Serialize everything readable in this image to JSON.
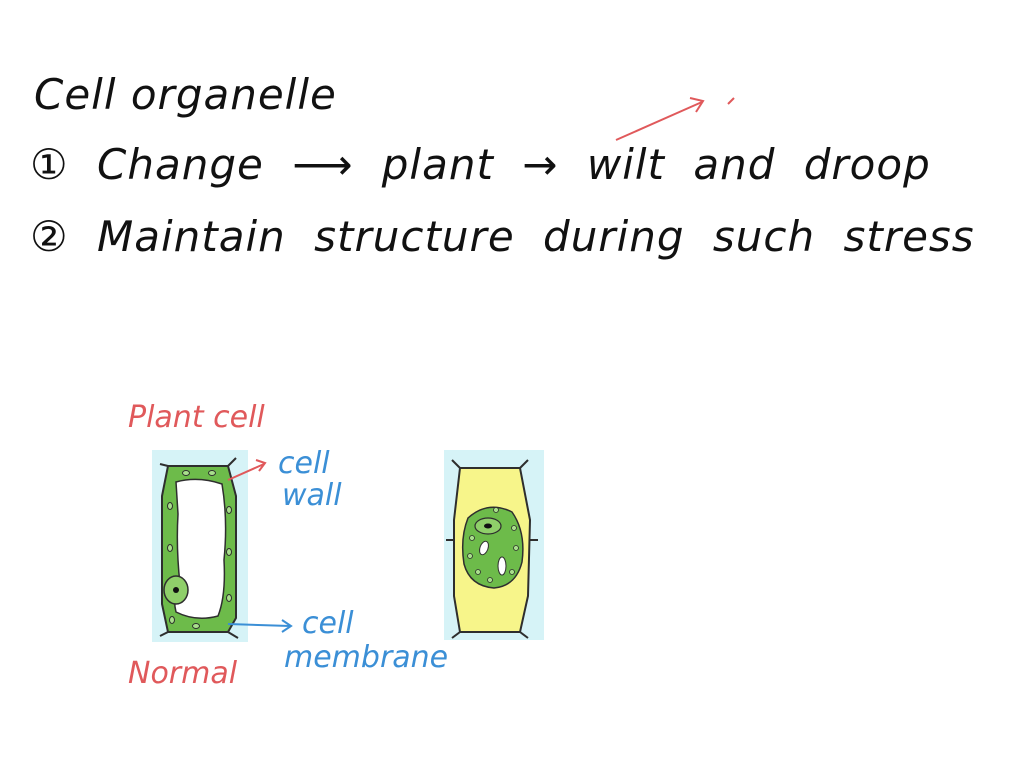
{
  "heading": "Cell organelle",
  "steps": [
    {
      "marker": "①",
      "parts": [
        "Change",
        "⟶",
        "plant",
        "→",
        "wilt",
        "and",
        "droop"
      ]
    },
    {
      "marker": "②",
      "parts": [
        "Maintain",
        "structure",
        "during",
        "such",
        "stress"
      ]
    }
  ],
  "diagram": {
    "title": "Plant cell",
    "left_cell_caption": "Normal",
    "cell_wall_label": [
      "cell",
      "wall"
    ],
    "cell_membrane_label": [
      "cell",
      "membrane"
    ]
  },
  "colors": {
    "ink": "#111111",
    "red_annotation": "#e0595b",
    "blue_annotation": "#3b8fd6",
    "cell_background": "#d6f3f7",
    "cytoplasm_green": "#6dbb4a",
    "nucleus_green": "#8fcf6a",
    "plasmolysed_wall_yellow": "#f7f58a"
  }
}
